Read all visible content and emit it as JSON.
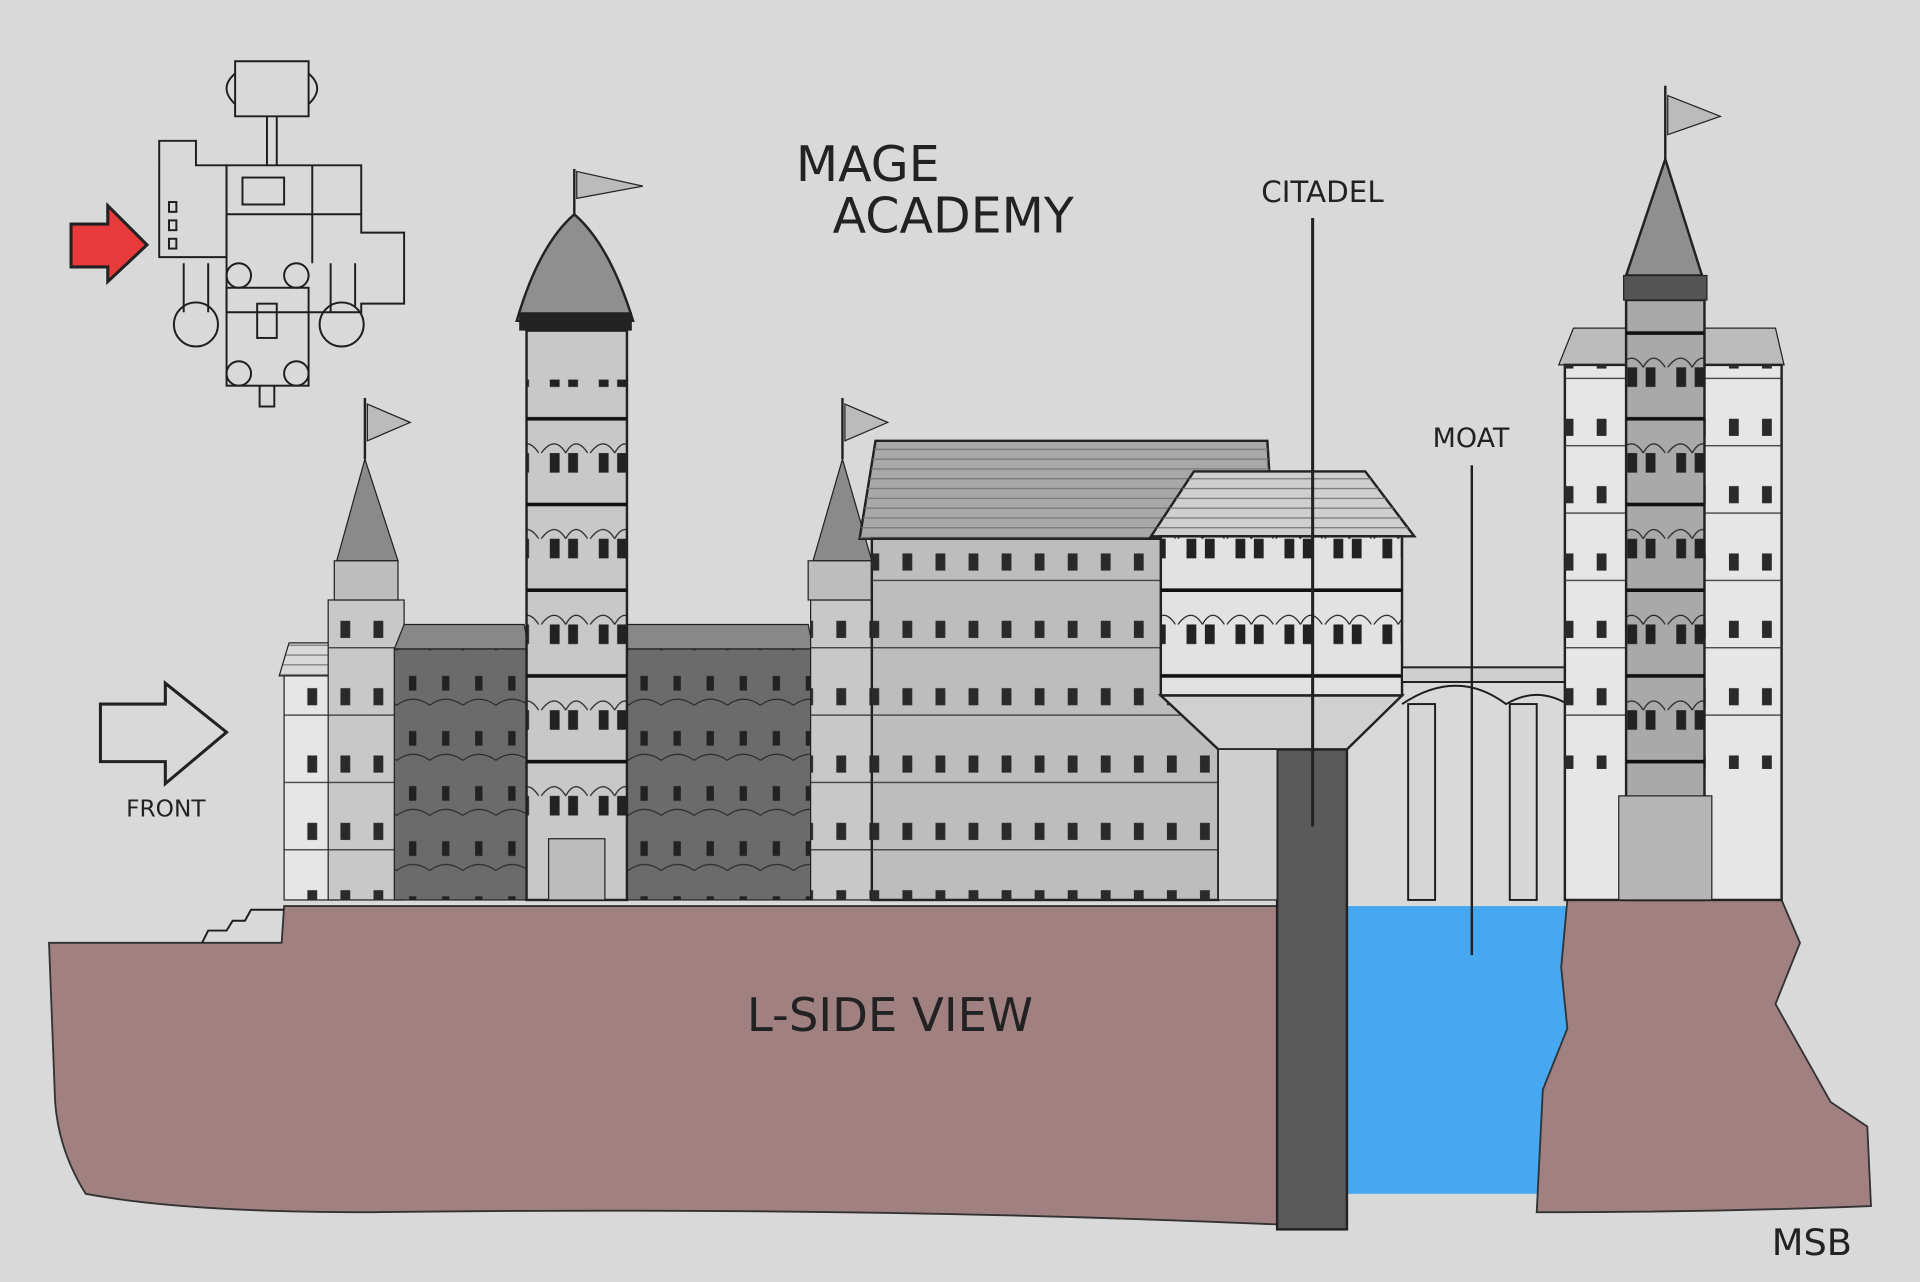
{
  "title": {
    "line1": "MAGE",
    "line2": "ACADEMY"
  },
  "labels": {
    "citadel": "CITADEL",
    "moat": "MOAT",
    "front": "FRONT",
    "view": "L-SIDE VIEW",
    "signature": "MSB"
  },
  "colors": {
    "background": "#d9d9d9",
    "ground": "#a08080",
    "water": "#45a8f0",
    "pillar": "#5a5a5a",
    "arrow_red": "#e83a3a",
    "building_light": "#c4c4c4",
    "building_dark": "#6b6b6b"
  }
}
